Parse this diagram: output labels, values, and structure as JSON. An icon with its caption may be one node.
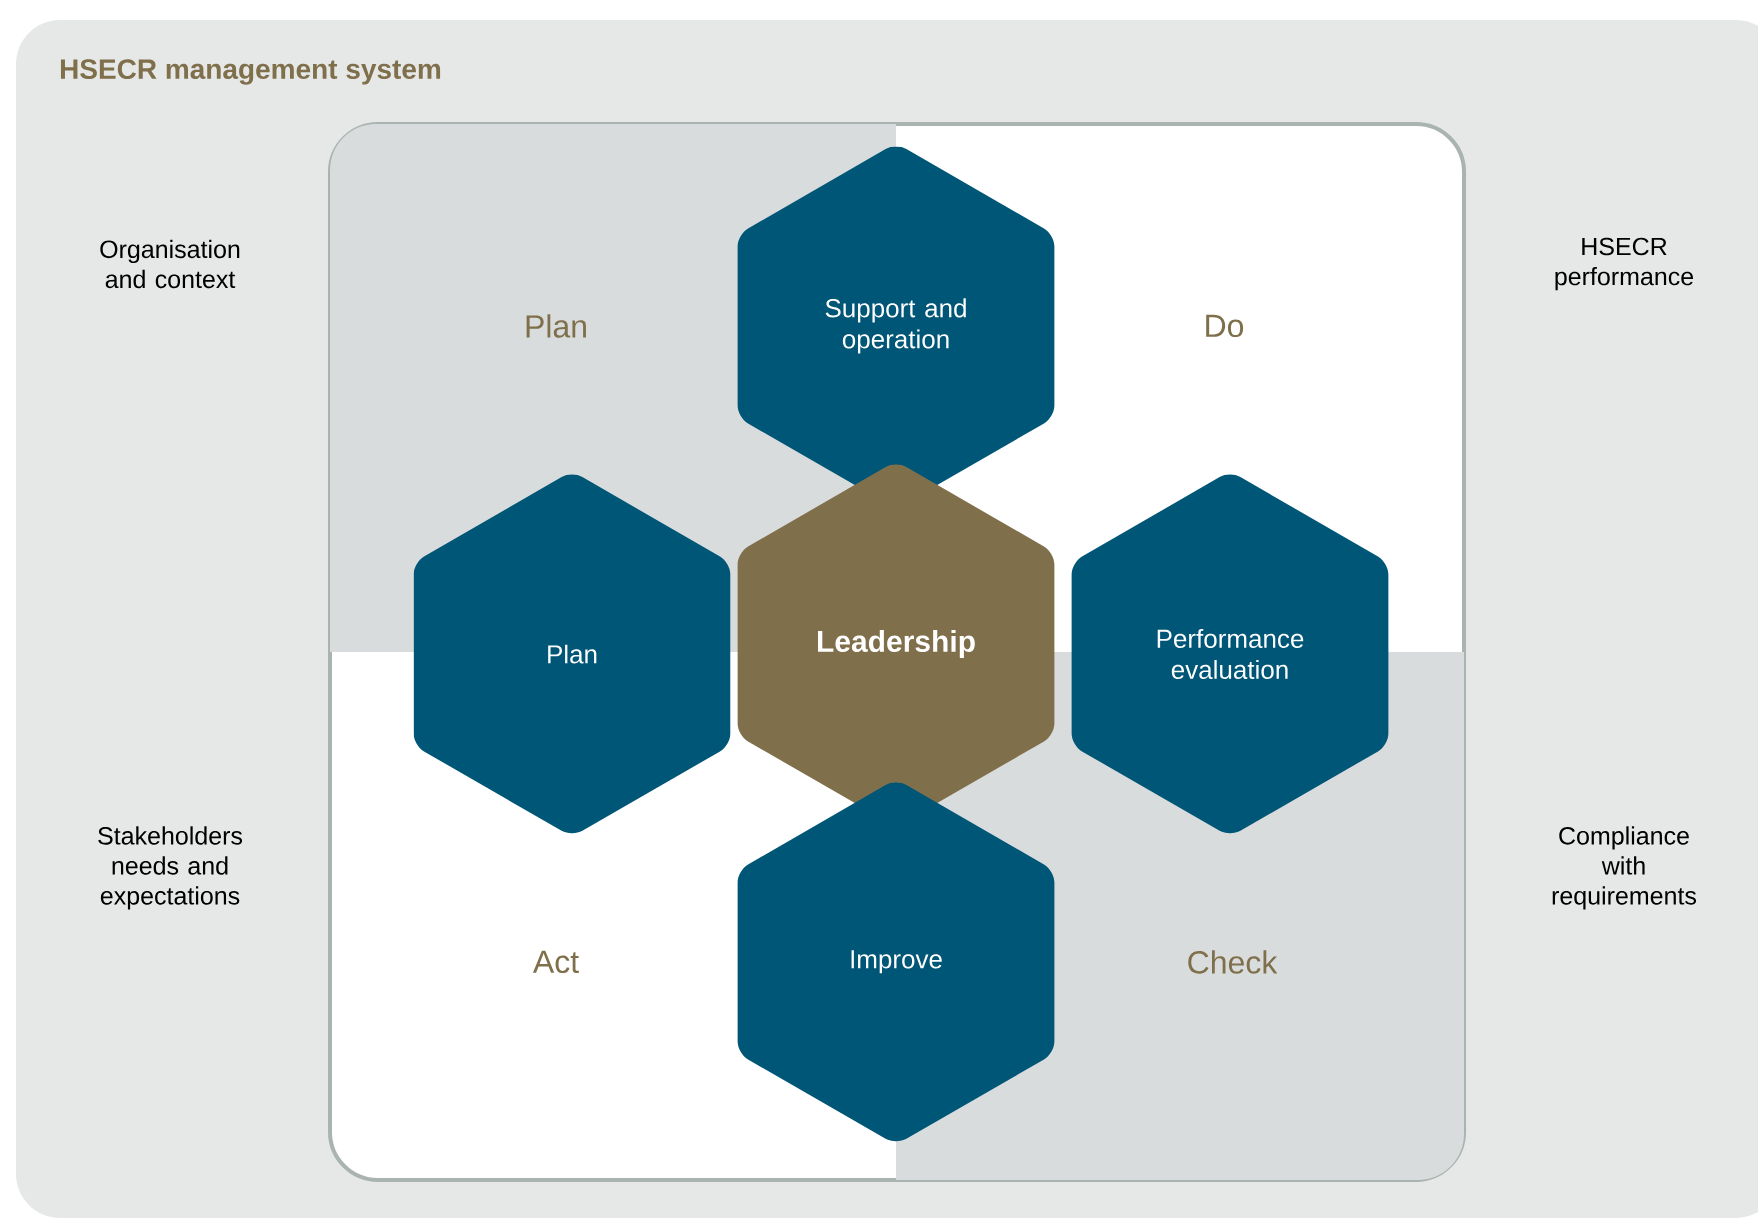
{
  "diagram": {
    "nodes": [
      {
        "text": [
          "HSECR management system"
        ]
      },
      {
        "text": [],
        "shape": "box",
        "in": 0
      },
      {
        "text": [
          "Plan"
        ],
        "in": 1
      },
      {
        "text": [
          "Do"
        ],
        "in": 1
      },
      {
        "text": [
          "Act"
        ],
        "in": 1
      },
      {
        "text": [
          "Check"
        ],
        "in": 1
      },
      {
        "text": [
          "Support and operation"
        ],
        "in": 1
      },
      {
        "text": [
          "Plan"
        ],
        "in": 1
      },
      {
        "text": [
          "Leadership"
        ],
        "in": 1
      },
      {
        "text": [
          "Performance evaluation"
        ],
        "in": 1
      },
      {
        "text": [
          "Improve"
        ],
        "in": 1
      }
    ],
    "edges": [],
    "labels": [
      "Organisation and context",
      "HSECR performance",
      "Stakeholders needs and expectations",
      "Compliance with requirements"
    ]
  }
}
